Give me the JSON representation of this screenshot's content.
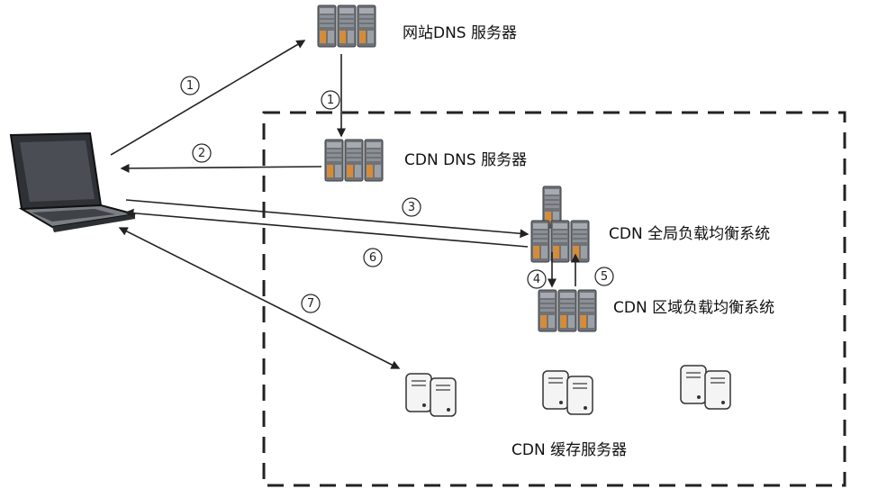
{
  "labels": {
    "site_dns": "网站DNS 服务器",
    "cdn_dns": "CDN DNS 服务器",
    "global_lb": "CDN 全局负载均衡系统",
    "regional_lb": "CDN 区域负载均衡系统",
    "cache": "CDN 缓存服务器"
  },
  "steps": {
    "s1a": "1",
    "s1b": "1",
    "s2": "2",
    "s3": "3",
    "s4": "4",
    "s5": "5",
    "s6": "6",
    "s7": "7"
  },
  "icons": {
    "client": "laptop-icon",
    "server": "server-tower-icon",
    "cache": "cache-server-icon"
  },
  "colors": {
    "line": "#222222",
    "server_dark": "#6f7378",
    "server_light": "#b8bcc2",
    "cache_fill": "#f4f4f4"
  }
}
